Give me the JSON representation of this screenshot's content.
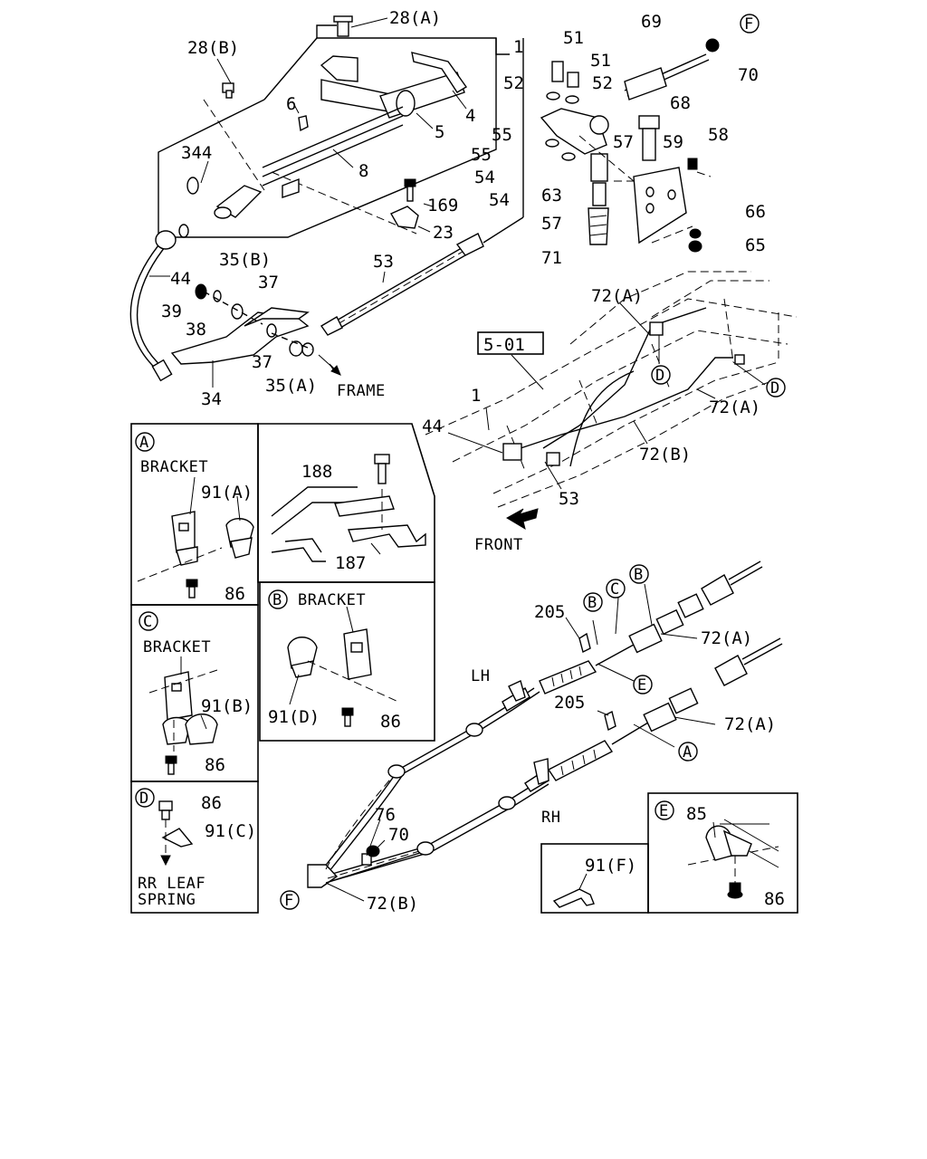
{
  "labels": {
    "p28a": "28(A)",
    "p28b": "28(B)",
    "p1": "1",
    "p4": "4",
    "p5": "5",
    "p6": "6",
    "p8": "8",
    "p344": "344",
    "p44": "44",
    "p35b": "35(B)",
    "p37a": "37",
    "p39": "39",
    "p38": "38",
    "p37b": "37",
    "p35a": "35(A)",
    "p34": "34",
    "p53": "53",
    "p169": "169",
    "p23": "23",
    "p51a": "51",
    "p51b": "51",
    "p52a": "52",
    "p52b": "52",
    "p55a": "55",
    "p55b": "55",
    "p54a": "54",
    "p54b": "54",
    "p63": "63",
    "p57a": "57",
    "p57b": "57",
    "p71": "71",
    "p69": "69",
    "p70a": "70",
    "p68": "68",
    "p59": "59",
    "p58": "58",
    "p66": "66",
    "p65": "65",
    "p501": "5-01",
    "p72a1": "72(A)",
    "p72a2": "72(A)",
    "p72b1": "72(B)",
    "p1b": "1",
    "p44b": "44",
    "p53b": "53",
    "p188": "188",
    "p187": "187",
    "p91a": "91(A)",
    "p86a": "86",
    "p91b": "91(B)",
    "p86c": "86",
    "p86d": "86",
    "p91c": "91(C)",
    "p91d": "91(D)",
    "p86b": "86",
    "p205a": "205",
    "p205b": "205",
    "p72a3": "72(A)",
    "p72a4": "72(A)",
    "p76": "76",
    "p70b": "70",
    "p72b2": "72(B)",
    "p91f": "91(F)",
    "p85": "85",
    "p86e": "86"
  },
  "callouts": {
    "F": "F",
    "D": "D",
    "A": "A",
    "B": "B",
    "C": "C",
    "E": "E"
  },
  "captions": {
    "frame": "FRAME",
    "front": "FRONT",
    "lh": "LH",
    "rh": "RH",
    "bracket": "BRACKET",
    "rr_leaf": "RR LEAF",
    "spring": "SPRING"
  }
}
